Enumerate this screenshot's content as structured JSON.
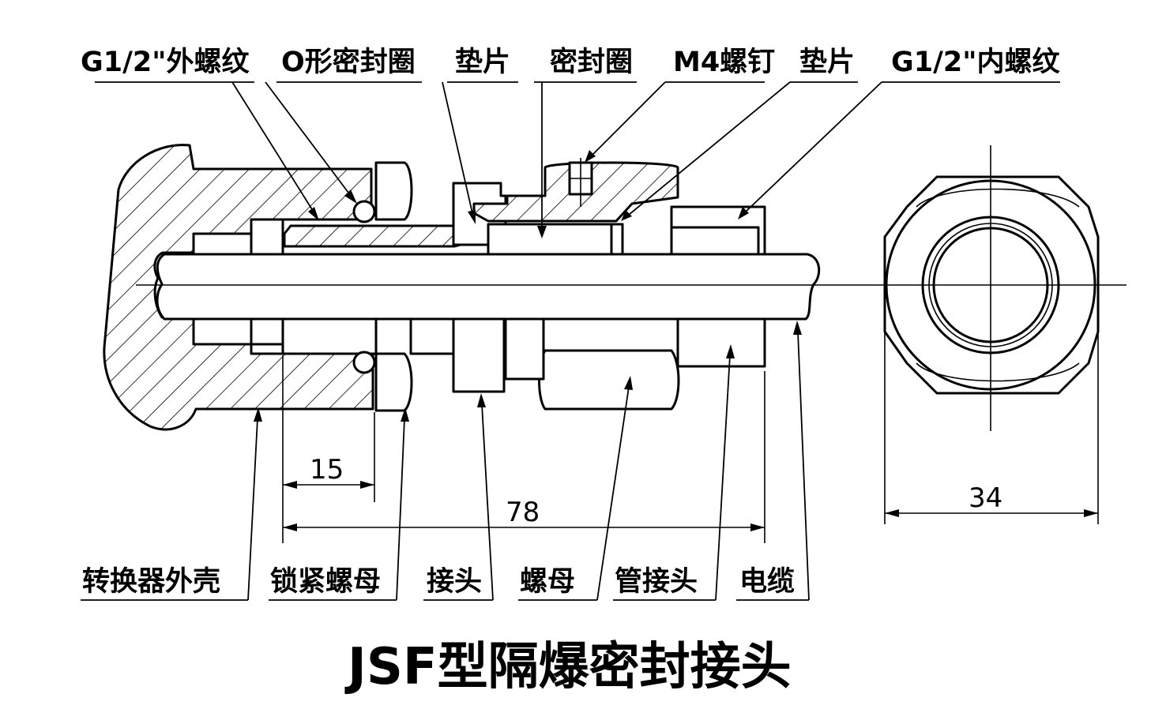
{
  "title": "JSF型隔爆密封接头",
  "top_labels": [
    "G1/2\"外螺纹",
    "O形密封圈",
    "垫片",
    "密封圈",
    "M4螺钉",
    "垫片",
    "G1/2\"内螺纹"
  ],
  "bottom_labels": [
    "转换器外壳",
    "锁紧螺母",
    "接头",
    "螺母",
    "管接头",
    "电缆"
  ],
  "dimensions": {
    "lock_nut_width": "15",
    "overall_length": "78",
    "hex_size": "34"
  },
  "colors": {
    "line": "#000000",
    "background": "#ffffff"
  }
}
